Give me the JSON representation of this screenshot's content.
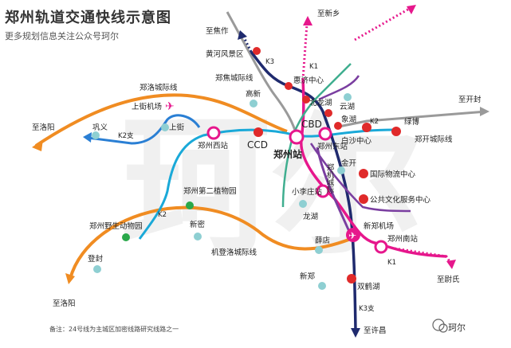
{
  "header": {
    "title": "郑州轨道交通快线示意图",
    "subtitle": "更多规划信息关注公众号珂尔"
  },
  "footnote": "备注：24号线为主城区加密线路研究线路之一",
  "brand": "珂尔",
  "watermark": "珂尔",
  "colors": {
    "orange": "#f08c22",
    "blue": "#2a7fd4",
    "cyan": "#1aa9d8",
    "navy": "#1f2a6e",
    "magenta": "#e6178c",
    "teal": "#3fae8f",
    "gray": "#9a9a9a",
    "purple": "#7a3ea0",
    "station": "#e02a2a"
  },
  "icons": [
    "airport-icon",
    "rail-station-icon",
    "wechat-icon",
    "arrow-icon"
  ],
  "directions": {
    "jiaozuo": "至焦作",
    "xinxiang": "至新乡",
    "luoyang_w": "至洛阳",
    "luoyang_sw": "至洛阳",
    "kaifeng": "至开封",
    "xuchang": "至许昌",
    "weishi": "至尉氏"
  },
  "lines": {
    "zhengluo": "郑洛城际线",
    "zhengjiao": "郑焦城际线",
    "zhengkai": "郑开城际线",
    "jideng": "机登洛城际线",
    "k1a": "K1",
    "k1b": "K1",
    "k2a": "K2",
    "k2b": "K2支",
    "k2c": "K2",
    "k3a": "K3",
    "k3b": "K3支",
    "zhengji": "郑机城际"
  },
  "stations": {
    "huanghe": "黄河风景区",
    "huiji": "惠济中心",
    "beilonghu": "北龙湖",
    "yunhu": "云湖",
    "cbd": "CBD",
    "xianghu": "象湖",
    "lvbo": "绿博",
    "baisha": "白沙中心",
    "gaoxin": "高新",
    "shangjie_airport": "上街机场",
    "gongyi": "巩义",
    "shangjie": "上街",
    "zhengzhouxi": "郑州西站",
    "ccd": "CCD",
    "zhengzhou": "郑州站",
    "zhengzhoudong": "郑州东站",
    "jinkai": "金开",
    "guoji": "国际物流中心",
    "gonggong": "公共文化服务中心",
    "xiaolizhuang": "小李庄站",
    "zhiwuyuan": "郑州第二植物园",
    "longhu": "龙湖",
    "xinmi": "新密",
    "dongwuyuan": "郑州野生动物园",
    "dengfeng": "登封",
    "xiedian": "薛店",
    "xinzheng": "新郑",
    "jichang": "新郑机场",
    "zhengzhounan": "郑州南站",
    "shuanghehu": "双鹤湖"
  }
}
